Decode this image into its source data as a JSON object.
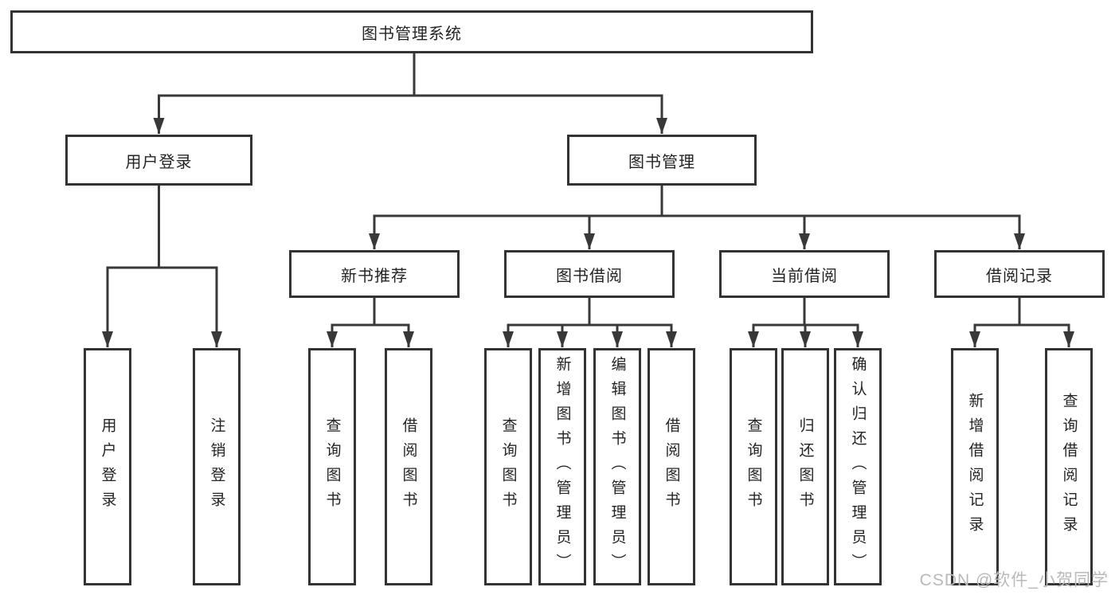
{
  "tree": {
    "root": {
      "label": "图书管理系统"
    },
    "branches": [
      {
        "label": "用户登录",
        "children": [
          {
            "label": "用户登录"
          },
          {
            "label": "注销登录"
          }
        ]
      },
      {
        "label": "图书管理",
        "children": [
          {
            "label": "新书推荐",
            "children": [
              {
                "label": "查询图书"
              },
              {
                "label": "借阅图书"
              }
            ]
          },
          {
            "label": "图书借阅",
            "children": [
              {
                "label": "查询图书"
              },
              {
                "label": "新增图书（管理员）"
              },
              {
                "label": "编辑图书（管理员）"
              },
              {
                "label": "借阅图书"
              }
            ]
          },
          {
            "label": "当前借阅",
            "children": [
              {
                "label": "查询图书"
              },
              {
                "label": "归还图书"
              },
              {
                "label": "确认归还（管理员）"
              }
            ]
          },
          {
            "label": "借阅记录",
            "children": [
              {
                "label": "新增借阅记录"
              },
              {
                "label": "查询借阅记录"
              }
            ]
          }
        ]
      }
    ]
  },
  "watermark": "CSDN @软件_小贺同学",
  "colors": {
    "line": "#383838",
    "box_border": "#333333",
    "box_background": "#ffffff",
    "text": "#242424",
    "watermark_text": "#b9b9b9",
    "page_background": "#ffffff"
  }
}
